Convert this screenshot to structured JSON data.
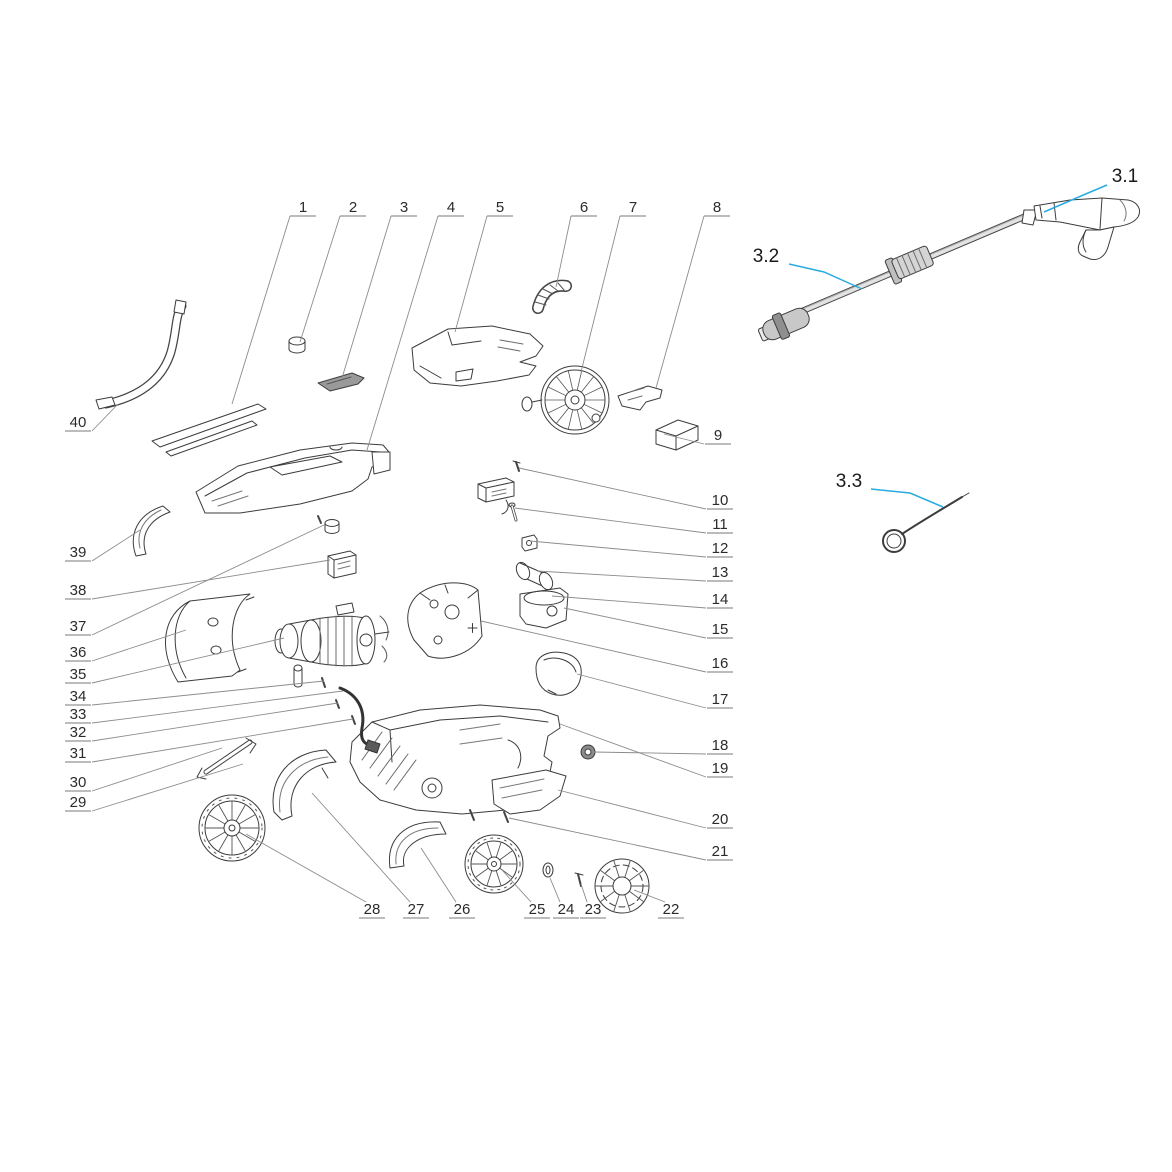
{
  "diagram": {
    "type": "exploded-parts-diagram",
    "callouts": [
      "1",
      "2",
      "3",
      "4",
      "5",
      "6",
      "7",
      "8",
      "9",
      "10",
      "11",
      "12",
      "13",
      "14",
      "15",
      "16",
      "17",
      "18",
      "19",
      "20",
      "21",
      "22",
      "23",
      "24",
      "25",
      "26",
      "27",
      "28",
      "29",
      "30",
      "31",
      "32",
      "33",
      "34",
      "35",
      "36",
      "37",
      "38",
      "39",
      "40"
    ],
    "assemblies": [
      "3.1",
      "3.2",
      "3.3"
    ]
  },
  "colors": {
    "line": "#3c3c3c",
    "leader": "#8c8c8c",
    "accent_blue": "#29abe2",
    "background": "#ffffff",
    "text": "#2b2b2b"
  }
}
